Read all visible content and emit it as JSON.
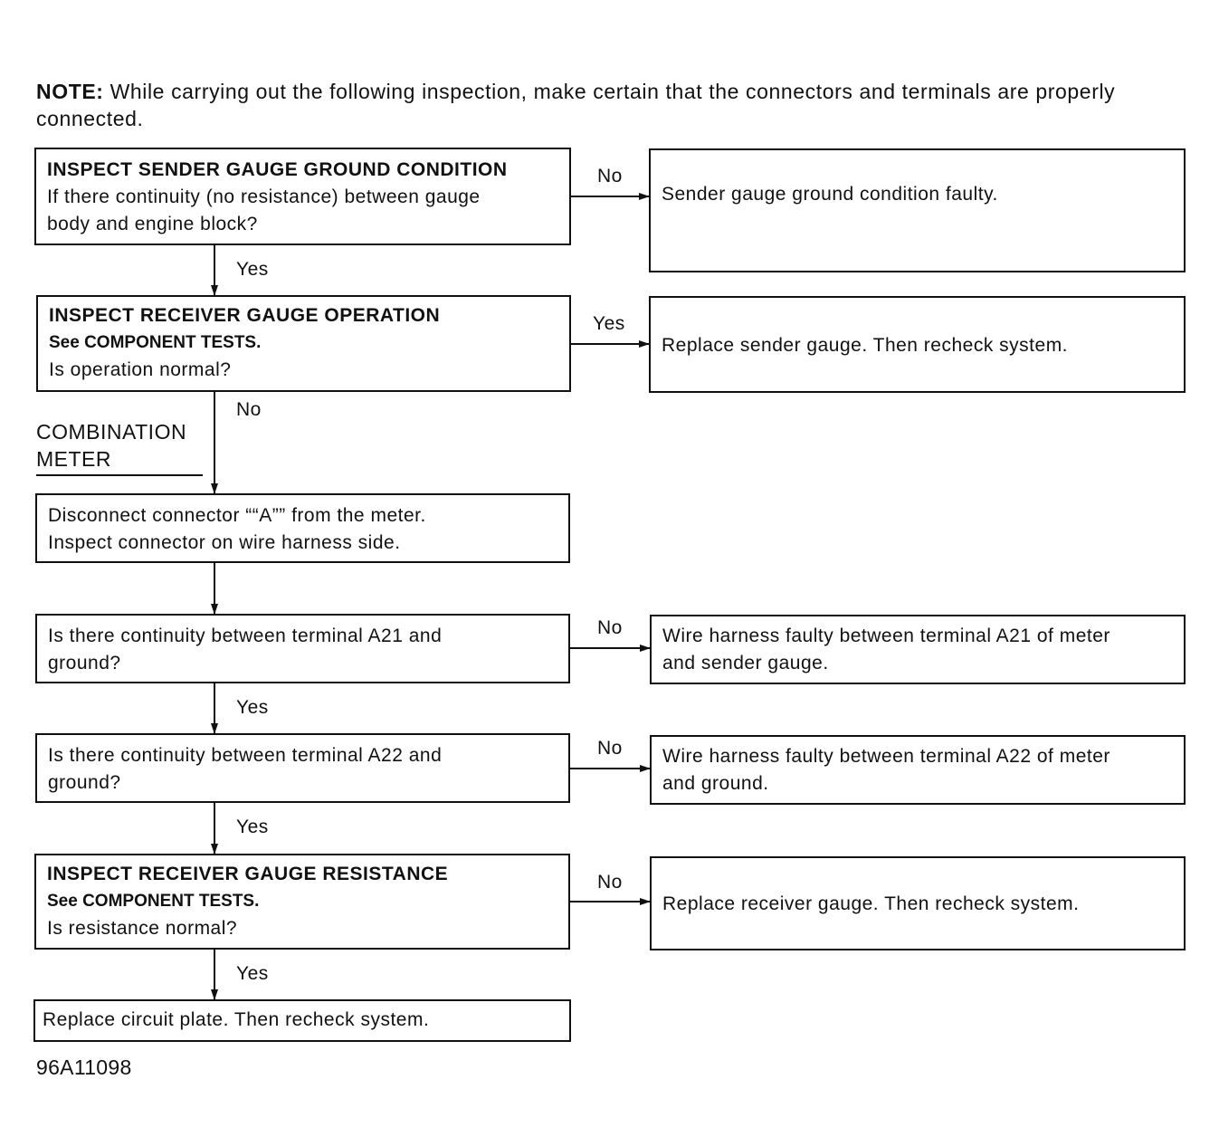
{
  "note": {
    "label": "NOTE:",
    "text": "While carrying out the following inspection, make certain that the connectors and terminals are properly connected."
  },
  "side_title": {
    "line1": "COMBINATION",
    "line2": "METER"
  },
  "boxes": [
    {
      "lines": [
        "INSPECT SENDER GAUGE GROUND CONDITION",
        "If there continuity (no resistance) between gauge",
        "body and engine block?"
      ]
    },
    {
      "lines": [
        "INSPECT RECEIVER GAUGE OPERATION",
        "See COMPONENT TESTS.",
        "Is operation normal?"
      ]
    },
    {
      "lines": [
        "Disconnect connector ““A”” from the meter.",
        "Inspect connector on wire harness side."
      ]
    },
    {
      "lines": [
        "Is there continuity between terminal A21 and",
        "ground?"
      ]
    },
    {
      "lines": [
        "Is there continuity between terminal A22 and",
        "ground?"
      ]
    },
    {
      "lines": [
        "INSPECT RECEIVER GAUGE RESISTANCE",
        "See COMPONENT TESTS.",
        "Is resistance normal?"
      ]
    },
    {
      "lines": [
        "Replace circuit plate. Then recheck system."
      ]
    }
  ],
  "results": [
    {
      "lines": [
        "Sender gauge ground condition faulty."
      ]
    },
    {
      "lines": [
        "Replace sender gauge. Then recheck system."
      ]
    },
    {
      "lines": [
        "Wire harness faulty between terminal A21 of meter",
        "and sender gauge."
      ]
    },
    {
      "lines": [
        "Wire harness faulty between terminal A22 of meter",
        "and ground."
      ]
    },
    {
      "lines": [
        "Replace receiver gauge. Then recheck system."
      ]
    }
  ],
  "edge_labels": {
    "e1_side": "No",
    "e1_down": "Yes",
    "e2_side": "Yes",
    "e2_down": "No",
    "e4_side": "No",
    "e4_down": "Yes",
    "e5_side": "No",
    "e5_down": "Yes",
    "e6_side": "No",
    "e6_down": "Yes"
  },
  "figure_id": "96A11098"
}
